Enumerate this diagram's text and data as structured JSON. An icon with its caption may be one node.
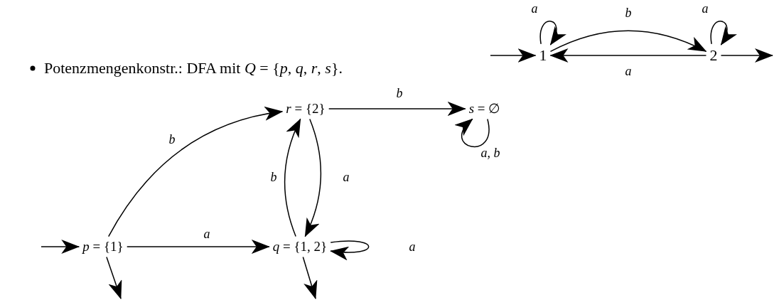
{
  "diagram": {
    "nodes": [
      {
        "text": [
          "1"
        ]
      },
      {
        "text": [
          "2"
        ]
      },
      {
        "text": [
          "*p* = {1}"
        ]
      },
      {
        "text": [
          "*q* = {1, 2}"
        ]
      },
      {
        "text": [
          "*r* = {2}"
        ]
      },
      {
        "text": [
          "*s* = ∅"
        ]
      }
    ],
    "edges": [
      {
        "from": null,
        "to": 0,
        "arrow": "to"
      },
      {
        "from": 0,
        "to": 0,
        "arrow": "to",
        "label": "a"
      },
      {
        "from": 0,
        "to": 1,
        "arrow": "to",
        "label": "b"
      },
      {
        "from": 1,
        "to": 0,
        "arrow": "to",
        "label": "a"
      },
      {
        "from": 1,
        "to": 1,
        "arrow": "to",
        "label": "a"
      },
      {
        "from": 1,
        "to": null,
        "arrow": "to"
      },
      {
        "from": null,
        "to": 2,
        "arrow": "to"
      },
      {
        "from": 2,
        "to": 3,
        "arrow": "to",
        "label": "a"
      },
      {
        "from": 2,
        "to": 4,
        "arrow": "to",
        "label": "b"
      },
      {
        "from": 4,
        "to": 3,
        "arrow": "to",
        "label": "a"
      },
      {
        "from": 3,
        "to": 4,
        "arrow": "to",
        "label": "b"
      },
      {
        "from": 3,
        "to": 3,
        "arrow": "to",
        "label": "a"
      },
      {
        "from": 4,
        "to": 5,
        "arrow": "to",
        "label": "b"
      },
      {
        "from": 5,
        "to": 5,
        "arrow": "to",
        "label": "a, b"
      },
      {
        "from": 2,
        "to": null,
        "arrow": "to"
      },
      {
        "from": 3,
        "to": null,
        "arrow": "to"
      }
    ],
    "labels": [
      "Potenzmengenkonstr.: DFA mit *Q* = {*p*, *q*, *r*, *s*}."
    ]
  }
}
